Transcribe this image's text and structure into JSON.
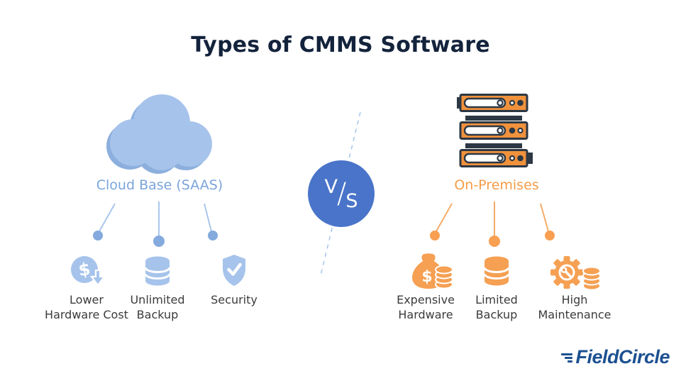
{
  "title": "Types of CMMS Software",
  "vs": {
    "v": "V",
    "slash": "/",
    "s": "S"
  },
  "glyphs": {
    "dollar": "$"
  },
  "left": {
    "heading": "Cloud Base (SAAS)",
    "icon": "cloud-icon",
    "items": [
      {
        "icon": "dollar-decrease-icon",
        "line1": "Lower",
        "line2": "Hardware Cost"
      },
      {
        "icon": "database-icon",
        "line1": "Unlimited",
        "line2": "Backup"
      },
      {
        "icon": "shield-check-icon",
        "line1": "Security",
        "line2": ""
      }
    ]
  },
  "right": {
    "heading": "On-Premises",
    "icon": "server-rack-icon",
    "items": [
      {
        "icon": "money-bag-icon",
        "line1": "Expensive",
        "line2": "Hardware"
      },
      {
        "icon": "database-icon",
        "line1": "Limited",
        "line2": "Backup"
      },
      {
        "icon": "gear-coins-icon",
        "line1": "High",
        "line2": "Maintenance"
      }
    ]
  },
  "footer": {
    "logo_text": "FieldCircle"
  },
  "colors": {
    "title_navy": "#14233c",
    "cloud_blue": "#a6c3eb",
    "cloud_shadow": "#8cafdd",
    "blue_heading": "#7aa4db",
    "vs_blue": "#4974c9",
    "dashed_blue": "#abc8ee",
    "connector_blue": "#aac6ec",
    "dot_blue": "#84aade",
    "orange_icon": "#f5a053",
    "orange_server": "#f0913c",
    "orange_heading": "#f59d49",
    "connector_orange": "#f6ab66",
    "dot_orange": "#f89f52",
    "server_dark": "#2c3844",
    "label_text": "#3b3b3b",
    "logo_blue": "#1c5191"
  }
}
